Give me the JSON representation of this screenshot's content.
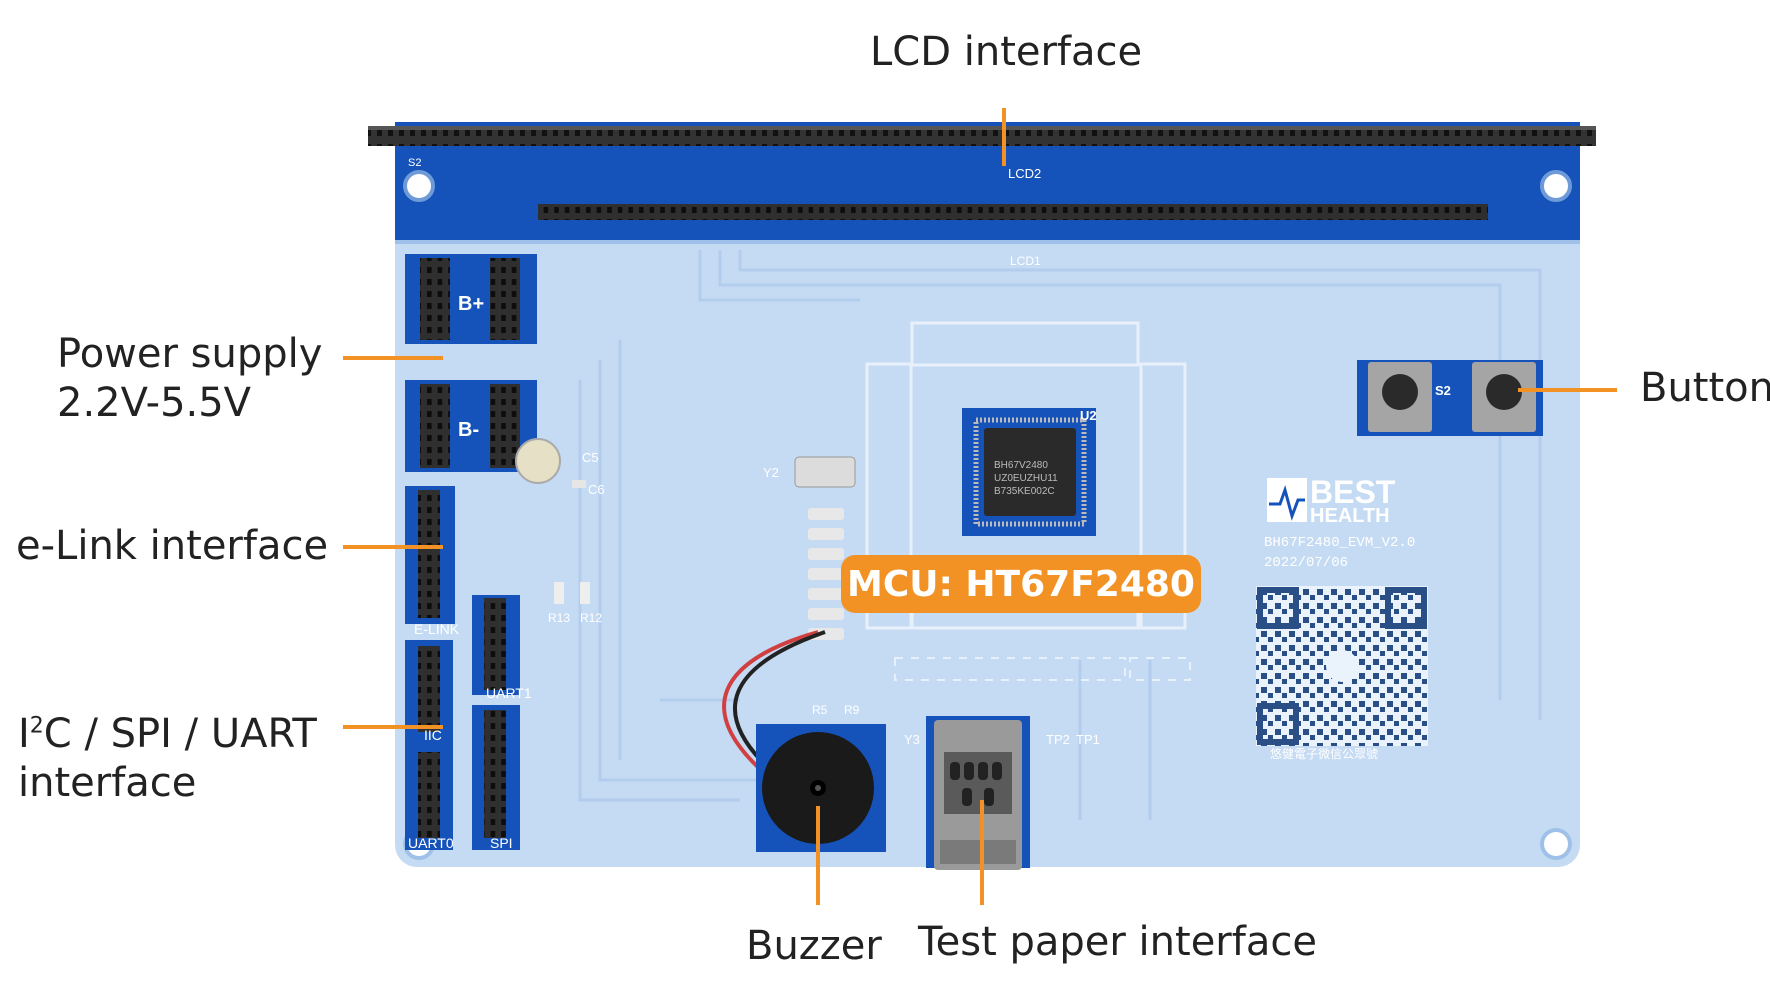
{
  "labels": {
    "lcd": "LCD interface",
    "power_line1": "Power supply",
    "power_line2": "2.2V-5.5V",
    "elink": "e-Link interface",
    "i2c_main": "C / SPI / UART",
    "i2c_pre": "I",
    "i2c_sup": "2",
    "i2c_line2": "interface",
    "button": "Button",
    "buzzer": "Buzzer",
    "test_paper": "Test paper interface",
    "mcu": "MCU: HT67F2480"
  },
  "silkscreen": {
    "lcd2": "LCD2",
    "lcd1": "LCD1",
    "s2_top": "S2",
    "bplus": "B+",
    "bminus": "B-",
    "c5": "C5",
    "c6": "C6",
    "y2": "Y2",
    "u2": "U2",
    "chip_line1": "BH67V2480",
    "chip_line2": "UZ0EUZHU11",
    "chip_line3": "B735KE002C",
    "s2_button": "S2",
    "elink_label": "E-LINK",
    "uart1": "UART1",
    "iic": "IIC",
    "uart0": "UART0",
    "spi": "SPI",
    "tp2": "TP2",
    "tp1": "TP1",
    "y3": "Y3",
    "r5": "R5",
    "r9": "R9",
    "r13": "R13",
    "r12": "R12",
    "brand1": "BEST",
    "brand2": "HEALTH",
    "board_name": "BH67F2480_EVM_V2.0",
    "board_date": "2022/07/06",
    "qr_caption": "悠健電子微信公眾號"
  },
  "colors": {
    "accent": "#f39224",
    "board": "#c2d8f2",
    "dark_blue": "#1352b8",
    "header": "#2c2c2c"
  }
}
